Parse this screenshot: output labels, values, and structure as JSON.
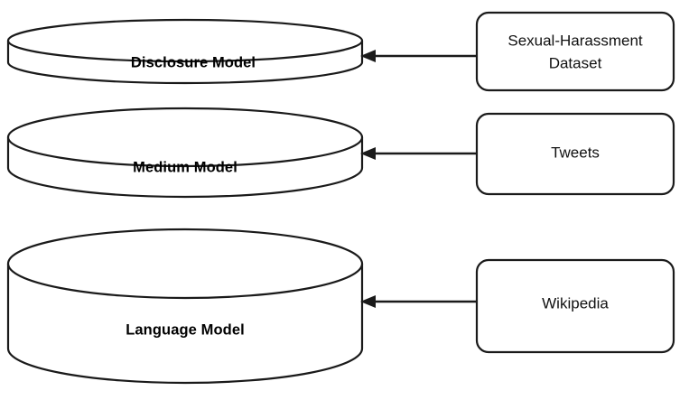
{
  "diagram": {
    "type": "flow-diagram",
    "title": "Model training data-source diagram",
    "background_color": "#ffffff",
    "stroke_color": "#1a1a1a",
    "text_color": "#000000",
    "models": [
      {
        "id": "disclosure-model",
        "label": "Disclosure Model",
        "shape": "cylinder",
        "order": 1
      },
      {
        "id": "medium-model",
        "label": "Medium Model",
        "shape": "cylinder",
        "order": 2
      },
      {
        "id": "language-model",
        "label": "Language Model",
        "shape": "cylinder",
        "order": 3
      }
    ],
    "sources": [
      {
        "id": "sexual-harassment-dataset",
        "label_line1": "Sexual-Harassment",
        "label_line2": "Dataset",
        "shape": "rounded-rectangle",
        "order": 1
      },
      {
        "id": "tweets",
        "label_line1": "Tweets",
        "label_line2": "",
        "shape": "rounded-rectangle",
        "order": 2
      },
      {
        "id": "wikipedia",
        "label_line1": "Wikipedia",
        "label_line2": "",
        "shape": "rounded-rectangle",
        "order": 3
      }
    ],
    "connections": [
      {
        "id": "conn-1",
        "from": "sexual-harassment-dataset",
        "to": "disclosure-model",
        "direction": "left",
        "style": "solid-arrow"
      },
      {
        "id": "conn-2",
        "from": "tweets",
        "to": "medium-model",
        "direction": "left",
        "style": "solid-arrow"
      },
      {
        "id": "conn-3",
        "from": "wikipedia",
        "to": "language-model",
        "direction": "left",
        "style": "solid-arrow"
      }
    ]
  }
}
